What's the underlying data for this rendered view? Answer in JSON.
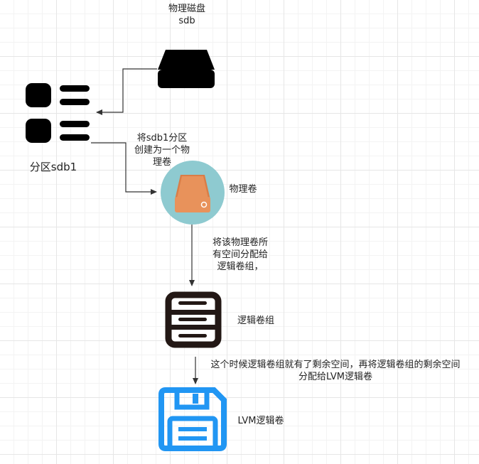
{
  "nodes": {
    "physical_disk": {
      "lines": [
        "物理磁盘",
        "sdb"
      ]
    },
    "partition": {
      "label": "分区sdb1"
    },
    "physical_volume": {
      "label": "物理卷"
    },
    "volume_group": {
      "label": "逻辑卷组"
    },
    "lvm_volume": {
      "label": "LVM逻辑卷"
    }
  },
  "edges": {
    "partition_to_pv": {
      "lines": [
        "将sdb1分区",
        "创建为一个物",
        "理卷"
      ]
    },
    "pv_to_vg": {
      "lines": [
        "将该物理卷所",
        "有空间分配给",
        "逻辑卷组，"
      ]
    },
    "vg_to_lv": {
      "lines": [
        "这个时候逻辑卷组就有了剩余空间，再将逻辑卷组的剩余空间",
        "分配给LVM逻辑卷"
      ]
    }
  },
  "colors": {
    "icon_dark": "#000000",
    "pv_circle": "#8ecad0",
    "pv_drive": "#e8925b",
    "vg_dark": "#231815",
    "floppy_blue": "#2196f3",
    "connector": "#333333"
  },
  "icons": {
    "disk": "hard-drive-icon",
    "partition": "partition-list-icon",
    "pv": "drive-circle-icon",
    "vg": "server-rack-icon",
    "lv": "floppy-disk-icon"
  }
}
